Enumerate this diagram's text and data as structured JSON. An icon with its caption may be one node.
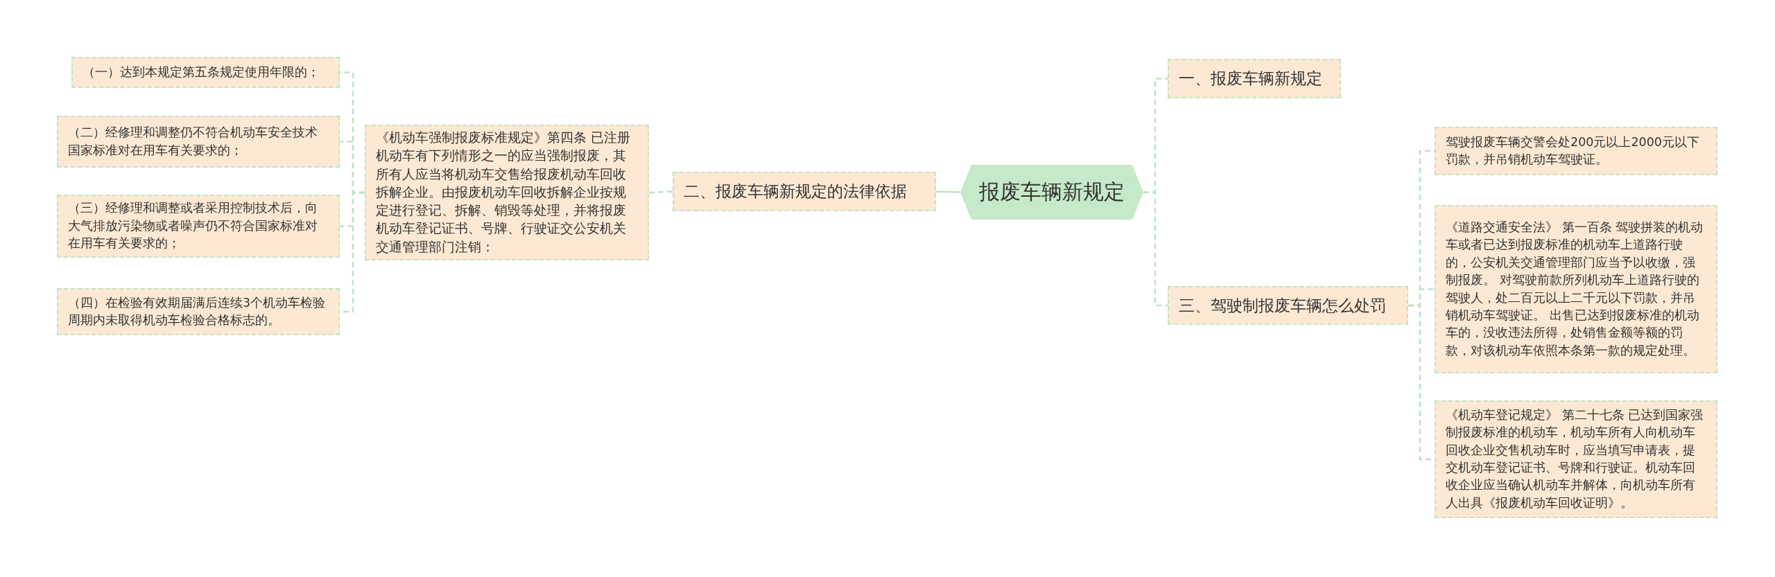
{
  "diagram": {
    "nodes": [
      {
        "text": [
          "报废车辆新规定"
        ]
      },
      {
        "text": [
          "一、报废车辆新规定"
        ]
      },
      {
        "text": [
          "二、报废车辆新规定的法律依据"
        ]
      },
      {
        "text": [
          "《机动车强制报废标准规定》第四条 已注册机动车有下列情形之一的应当强制报废，其所有人应当将机动车交售给报废机动车回收拆解企业。由报废机动车回收拆解企业按规定进行登记、拆解、销毁等处理，并将报废机动车登记证书、号牌、行驶证交公安机关交通管理部门注销："
        ]
      },
      {
        "text": [
          "（一）达到本规定第五条规定使用年限的；"
        ]
      },
      {
        "text": [
          "（二）经修理和调整仍不符合机动车安全技术国家标准对在用车有关要求的；"
        ]
      },
      {
        "text": [
          "（三）经修理和调整或者采用控制技术后，向大气排放污染物或者噪声仍不符合国家标准对在用车有关要求的；"
        ]
      },
      {
        "text": [
          "（四）在检验有效期届满后连续3个机动车检验周期内未取得机动车检验合格标志的。"
        ]
      },
      {
        "text": [
          "三、驾驶制报废车辆怎么处罚"
        ]
      },
      {
        "text": [
          "驾驶报废车辆交警会处200元以上2000元以下罚款，并吊销机动车驾驶证。"
        ]
      },
      {
        "text": [
          "《道路交通安全法》 第一百条 驾驶拼装的机动车或者已达到报废标准的机动车上道路行驶的，公安机关交通管理部门应当予以收缴，强制报废。 对驾驶前款所列机动车上道路行驶的驾驶人，处二百元以上二千元以下罚款，并吊销机动车驾驶证。 出售已达到报废标准的机动车的，没收违法所得，处销售金额等额的罚款，对该机动车依照本条第一款的规定处理。"
        ]
      },
      {
        "text": [
          "《机动车登记规定》 第二十七条 已达到国家强制报废标准的机动车，机动车所有人向机动车回收企业交售机动车时，应当填写申请表，提交机动车登记证书、号牌和行驶证。机动车回收企业应当确认机动车并解体，向机动车所有人出具《报废机动车回收证明》。"
        ]
      }
    ],
    "edges": [
      {
        "from": 0,
        "to": 1,
        "arrow": "none",
        "style": "dashed"
      },
      {
        "from": 0,
        "to": 2,
        "arrow": "none"
      },
      {
        "from": 2,
        "to": 3,
        "arrow": "none",
        "style": "dashed"
      },
      {
        "from": 3,
        "to": 4,
        "arrow": "none",
        "style": "dashed"
      },
      {
        "from": 3,
        "to": 5,
        "arrow": "none",
        "style": "dashed"
      },
      {
        "from": 3,
        "to": 6,
        "arrow": "none",
        "style": "dashed"
      },
      {
        "from": 3,
        "to": 7,
        "arrow": "none",
        "style": "dashed"
      },
      {
        "from": 0,
        "to": 8,
        "arrow": "none",
        "style": "dashed"
      },
      {
        "from": 8,
        "to": 9,
        "arrow": "none",
        "style": "dashed"
      },
      {
        "from": 8,
        "to": 10,
        "arrow": "none",
        "style": "dashed"
      },
      {
        "from": 8,
        "to": 11,
        "arrow": "none",
        "style": "dashed"
      }
    ]
  }
}
